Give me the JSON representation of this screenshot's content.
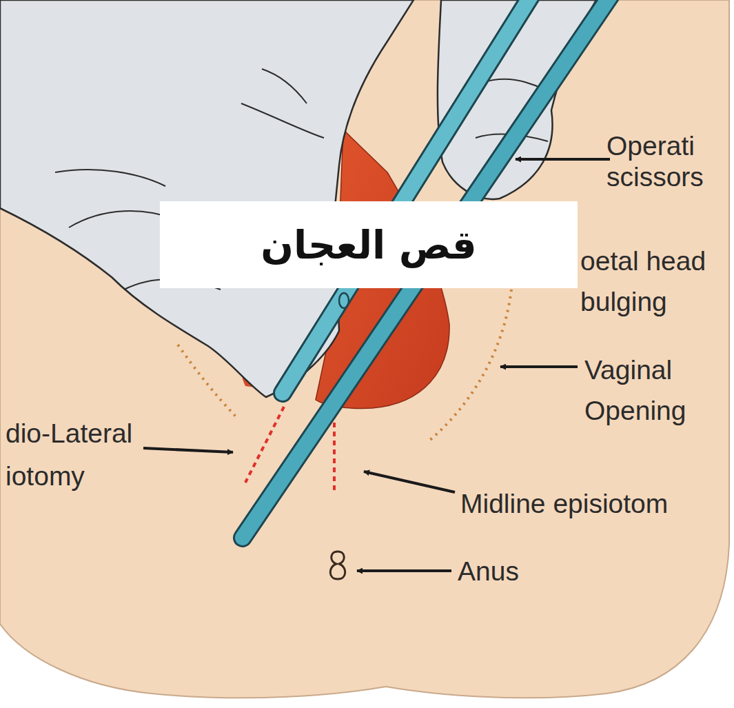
{
  "diagram": {
    "title": "قص العجان",
    "labels": [
      "Operati scissors",
      "oetal head bulging",
      "Vaginal Opening",
      "dio-Lateral iotomy",
      "Midline episiotom",
      "Anus"
    ]
  }
}
